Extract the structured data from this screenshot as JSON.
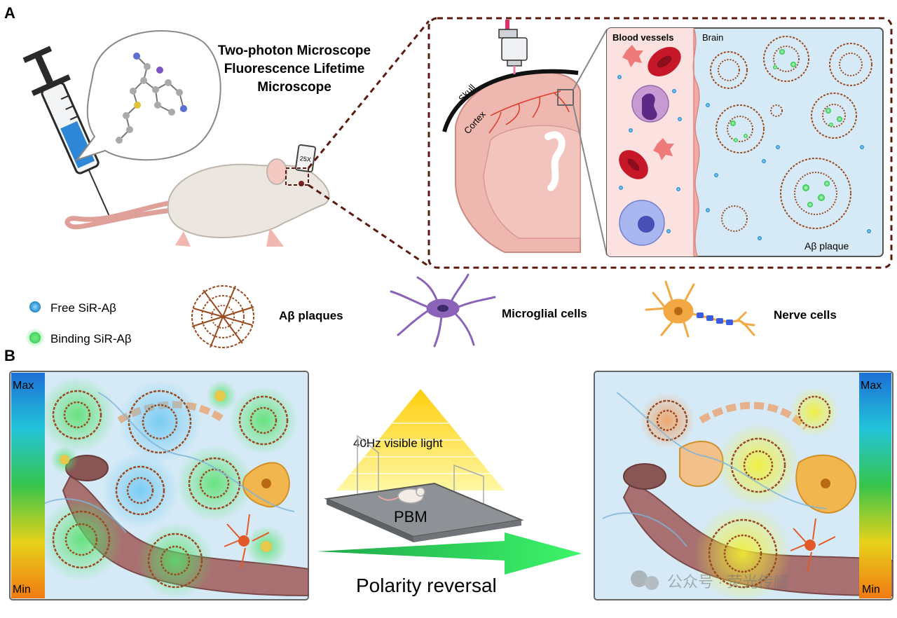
{
  "panel_a": {
    "label": "A",
    "microscope_title": [
      "Two-photon Microscope",
      "Fluorescence Lifetime",
      "Microscope"
    ],
    "objective_mag": "25X",
    "skull_label": "Skull",
    "cortex_label": "Cortex",
    "blood_vessels_label": "Blood vessels",
    "brain_label": "Brain",
    "plaque_label": "Aβ plaque"
  },
  "legend": {
    "free": "Free SiR-Aβ",
    "binding": "Binding SiR-Aβ",
    "plaques": "Aβ plaques",
    "microglia": "Microglial cells",
    "nerve": "Nerve cells"
  },
  "panel_b": {
    "label": "B",
    "scale_max": "Max",
    "scale_min": "Min",
    "light_label": "40Hz visible light",
    "pbm_label": "PBM",
    "arrow_label": "Polarity reversal"
  },
  "watermark": "公众号 · 荧光传感",
  "colors": {
    "plaque": "#9a4a1f",
    "free_dot": "#2f9fd8",
    "binding_dot": "#3fd060",
    "box_border": "#5a1a10",
    "panel_bg": "#dcedf7",
    "arrow": "#2ee05a"
  }
}
